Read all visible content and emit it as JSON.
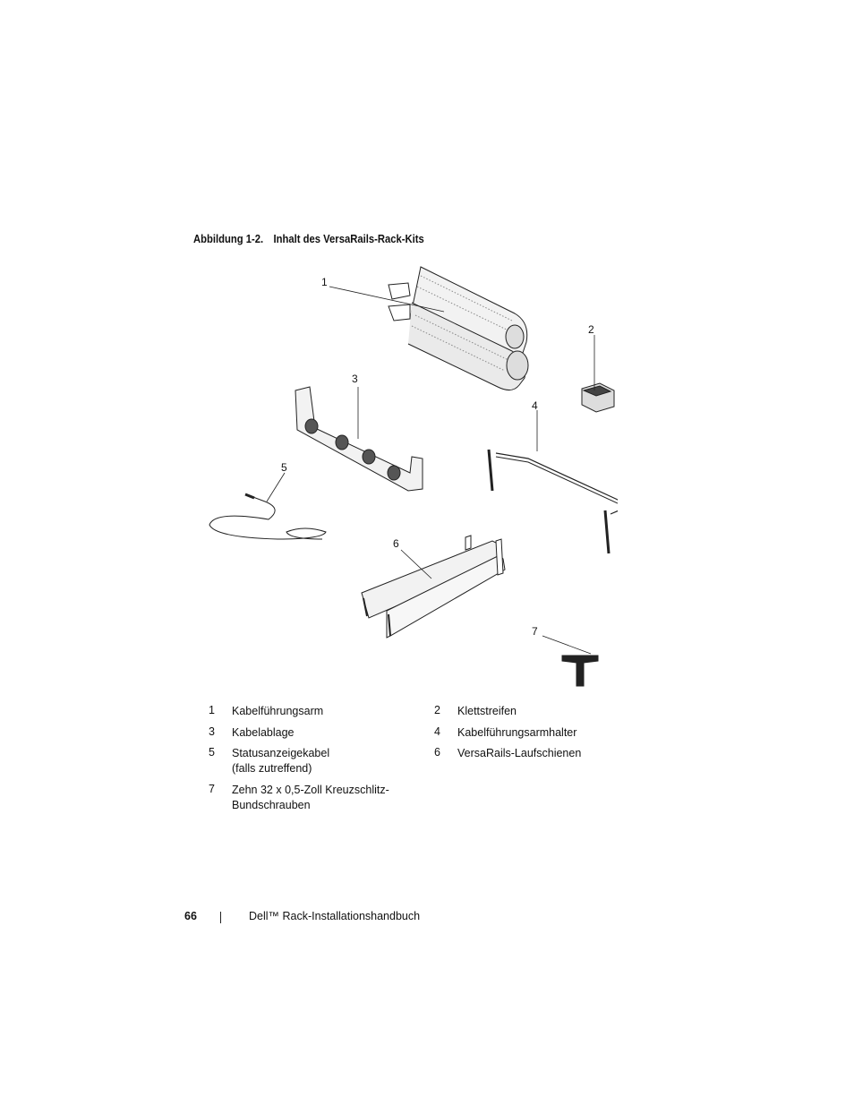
{
  "caption": {
    "label": "Abbildung 1-2.",
    "title": "Inhalt des VersaRails-Rack-Kits"
  },
  "callouts": [
    "1",
    "2",
    "3",
    "4",
    "5",
    "6",
    "7"
  ],
  "legend": [
    {
      "left": {
        "num": "1",
        "text": "Kabelführungsarm"
      },
      "right": {
        "num": "2",
        "text": "Klettstreifen"
      }
    },
    {
      "left": {
        "num": "3",
        "text": "Kabelablage"
      },
      "right": {
        "num": "4",
        "text": "Kabelführungsarmhalter"
      }
    },
    {
      "left": {
        "num": "5",
        "text": "Statusanzeigekabel",
        "text2": "(falls zutreffend)"
      },
      "right": {
        "num": "6",
        "text": "VersaRails-Laufschienen"
      }
    },
    {
      "left": {
        "num": "7",
        "text": "Zehn 32 x 0,5-Zoll Kreuzschlitz-",
        "text2": "Bundschrauben"
      }
    }
  ],
  "footer": {
    "page": "66",
    "title": "Dell™ Rack-Installationshandbuch"
  }
}
